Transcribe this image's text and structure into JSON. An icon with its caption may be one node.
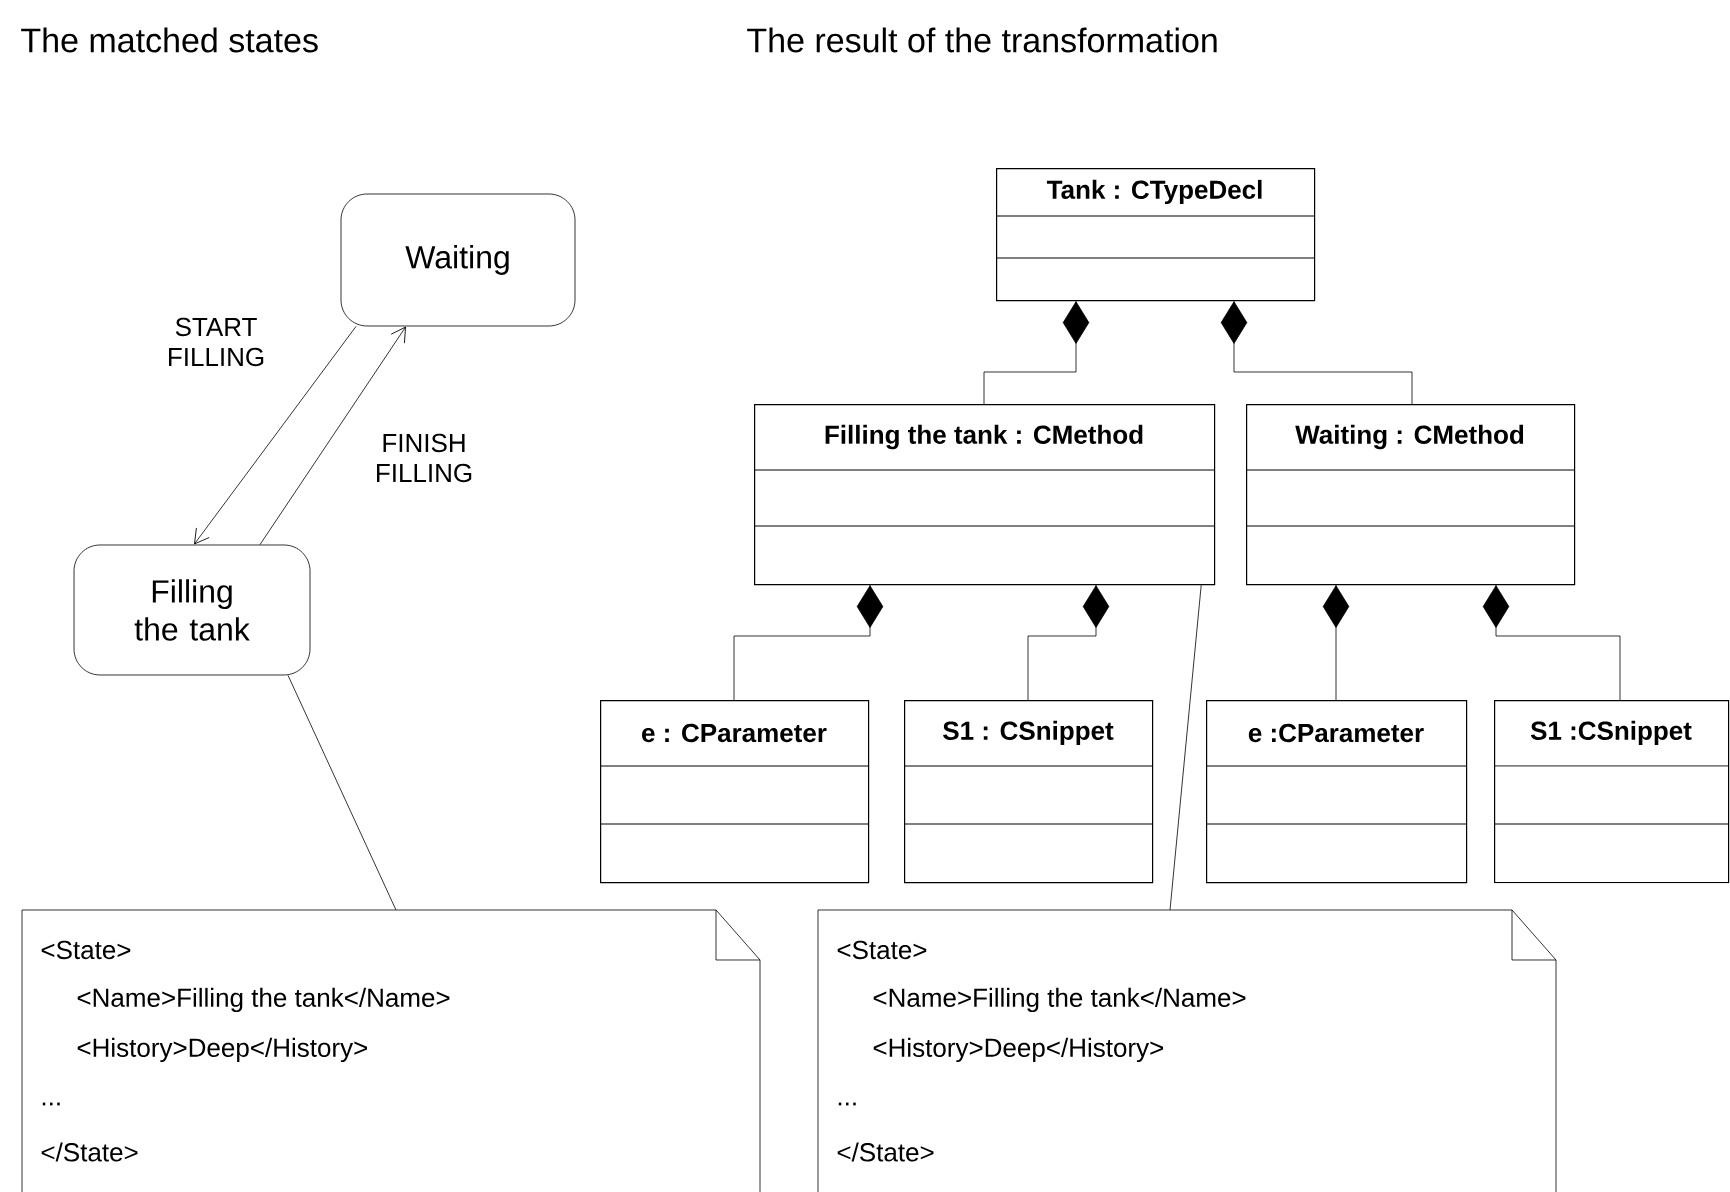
{
  "diagram": {
    "nodes": [
      {
        "text": [
          "Waiting"
        ]
      },
      {
        "text": [
          "Filling the tank"
        ]
      },
      {
        "text": [
          "Tank : CTypeDecl"
        ]
      },
      {
        "text": [
          "Filling the tank : CMethod"
        ]
      },
      {
        "text": [
          "Waiting : CMethod"
        ]
      },
      {
        "text": [
          "e : CParameter"
        ]
      },
      {
        "text": [
          "S1 : CSnippet"
        ]
      },
      {
        "text": [
          "e :CParameter"
        ]
      },
      {
        "text": [
          "S1 :CSnippet"
        ]
      },
      {
        "text": [
          "<State>",
          "<Name>Filling the tank</Name>",
          "<History>Deep</History>",
          "...",
          "</State>"
        ]
      },
      {
        "text": [
          "<State>",
          "<Name>Filling the tank</Name>",
          "<History>Deep</History>",
          "...",
          "</State>"
        ]
      }
    ],
    "edges": [
      {
        "from": 0,
        "to": 1,
        "arrow": "to",
        "label": "START FILLING"
      },
      {
        "from": 1,
        "to": 0,
        "arrow": "to",
        "label": "FINISH FILLING"
      },
      {
        "from": 3,
        "to": 2,
        "arrow": "other"
      },
      {
        "from": 4,
        "to": 2,
        "arrow": "other"
      },
      {
        "from": 5,
        "to": 3,
        "arrow": "other"
      },
      {
        "from": 6,
        "to": 3,
        "arrow": "other"
      },
      {
        "from": 7,
        "to": 4,
        "arrow": "other"
      },
      {
        "from": 8,
        "to": 4,
        "arrow": "other"
      },
      {
        "from": 9,
        "to": 1,
        "arrow": "none"
      },
      {
        "from": 10,
        "to": 3,
        "arrow": "none"
      }
    ],
    "labels": [
      "The matched states",
      "The result of the transformation"
    ]
  }
}
